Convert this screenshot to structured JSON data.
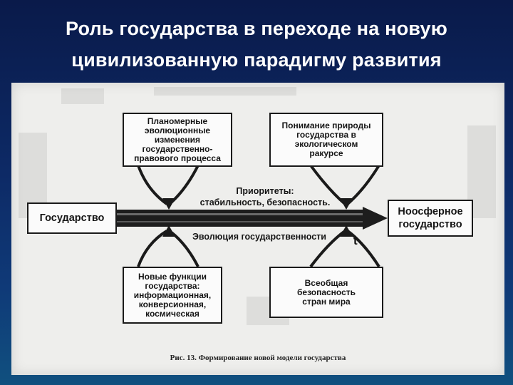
{
  "title": {
    "line1": "Роль государства в переходе на новую",
    "line2": "цивилизованную парадигму развития"
  },
  "diagram": {
    "state": "Государство",
    "noosphere_state": "Ноосферное\nгосударство",
    "top_left": "Планомерные\nэволюционные\nизменения\nгосударственно-\nправового процесса",
    "top_right": "Понимание природы\nгосударства в\nэкологическом\nракурсе",
    "bottom_left": "Новые функции\nгосударства:\nинформационная,\nконверсионная,\nкосмическая",
    "bottom_right": "Всеобщая\nбезопасность\nстран мира",
    "priorities": "Приоритеты:\nстабильность, безопасность.",
    "evolution": "Эволюция государственности",
    "time_symbol": "t",
    "caption": "Рис. 13. Формирование новой модели государства"
  }
}
